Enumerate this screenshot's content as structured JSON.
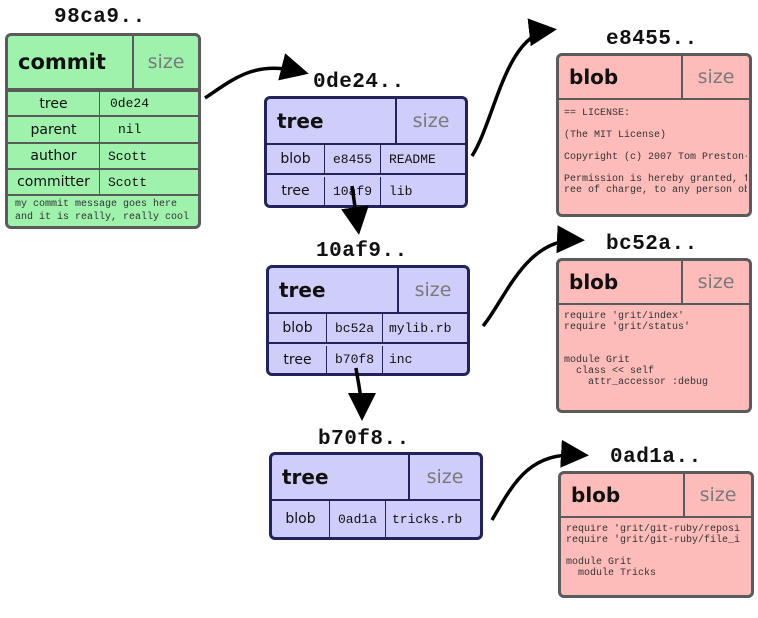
{
  "commit": {
    "hash": "98ca9..",
    "type": "commit",
    "size": "size",
    "rows": [
      {
        "key": "tree",
        "value": "0de24"
      },
      {
        "key": "parent",
        "value": "nil"
      },
      {
        "key": "author",
        "value": "Scott"
      },
      {
        "key": "committer",
        "value": "Scott"
      }
    ],
    "message": "my commit message goes here\nand it is really, really cool"
  },
  "trees": [
    {
      "hash": "0de24..",
      "type": "tree",
      "size": "size",
      "entries": [
        {
          "kind": "blob",
          "sha": "e8455",
          "name": "README"
        },
        {
          "kind": "tree",
          "sha": "10af9",
          "name": "lib"
        }
      ]
    },
    {
      "hash": "10af9..",
      "type": "tree",
      "size": "size",
      "entries": [
        {
          "kind": "blob",
          "sha": "bc52a",
          "name": "mylib.rb"
        },
        {
          "kind": "tree",
          "sha": "b70f8",
          "name": "inc"
        }
      ]
    },
    {
      "hash": "b70f8..",
      "type": "tree",
      "size": "size",
      "entries": [
        {
          "kind": "blob",
          "sha": "0ad1a",
          "name": "tricks.rb"
        }
      ]
    }
  ],
  "blobs": [
    {
      "hash": "e8455..",
      "type": "blob",
      "size": "size",
      "content": "== LICENSE:\n\n(The MIT License)\n\nCopyright (c) 2007 Tom Preston-\n\nPermission is hereby granted, f\nree of charge, to any person ob"
    },
    {
      "hash": "bc52a..",
      "type": "blob",
      "size": "size",
      "content": "require 'grit/index'\nrequire 'grit/status'\n\n\nmodule Grit\n  class << self\n    attr_accessor :debug"
    },
    {
      "hash": "0ad1a..",
      "type": "blob",
      "size": "size",
      "content": "require 'grit/git-ruby/reposi\nrequire 'grit/git-ruby/file_i\n\nmodule Grit\n  module Tricks"
    }
  ],
  "colors": {
    "commit": "#9ef2ac",
    "tree": "#cfcdfa",
    "blob": "#fdbcb9",
    "tree_border": "#23235c",
    "border": "#5b5b5b"
  }
}
